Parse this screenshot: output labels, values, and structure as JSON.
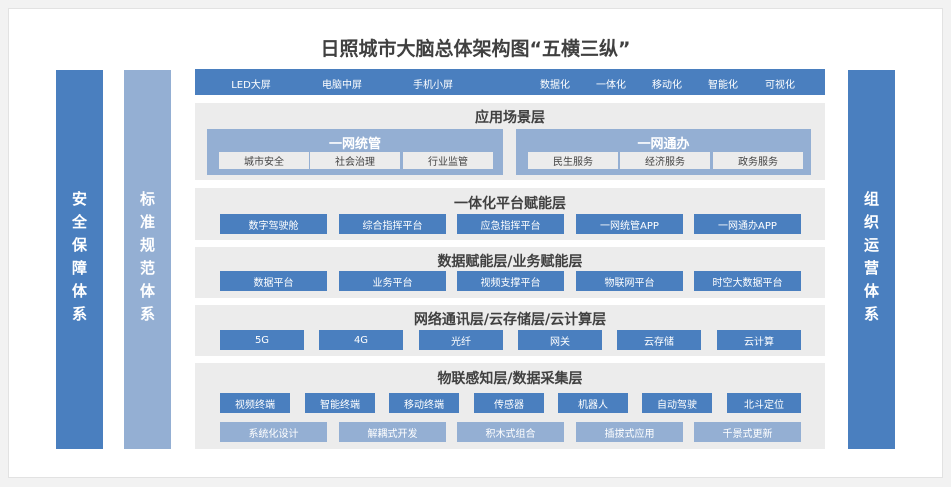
{
  "title": "日照城市大脑总体架构图“五横三纵”",
  "pillars": {
    "left1": "安全保障体系",
    "left2": "标准规范体系",
    "right": "组织运营体系"
  },
  "topbar": [
    "LED大屏",
    "电脑中屏",
    "手机小屏",
    "数据化",
    "一体化",
    "移动化",
    "智能化",
    "可视化"
  ],
  "layer1": {
    "title": "应用场景层",
    "groups": [
      {
        "title": "一网统管",
        "items": [
          "城市安全",
          "社会治理",
          "行业监管"
        ]
      },
      {
        "title": "一网通办",
        "items": [
          "民生服务",
          "经济服务",
          "政务服务"
        ]
      }
    ]
  },
  "layer2": {
    "title": "一体化平台赋能层",
    "items": [
      "数字驾驶舱",
      "综合指挥平台",
      "应急指挥平台",
      "一网统管APP",
      "一网通办APP"
    ]
  },
  "layer3": {
    "title": "数据赋能层/业务赋能层",
    "items": [
      "数据平台",
      "业务平台",
      "视频支撑平台",
      "物联网平台",
      "时空大数据平台"
    ]
  },
  "layer4": {
    "title": "网络通讯层/云存储层/云计算层",
    "items": [
      "5G",
      "4G",
      "光纤",
      "网关",
      "云存储",
      "云计算"
    ]
  },
  "layer5": {
    "title": "物联感知层/数据采集层",
    "items": [
      "视频终端",
      "智能终端",
      "移动终端",
      "传感器",
      "机器人",
      "自动驾驶",
      "北斗定位"
    ],
    "features": [
      "系统化设计",
      "解耦式开发",
      "积木式组合",
      "插拔式应用",
      "千景式更新"
    ]
  },
  "colors": {
    "dark": "#4a7fbf",
    "light": "#94afd3",
    "gray": "#ececec"
  }
}
